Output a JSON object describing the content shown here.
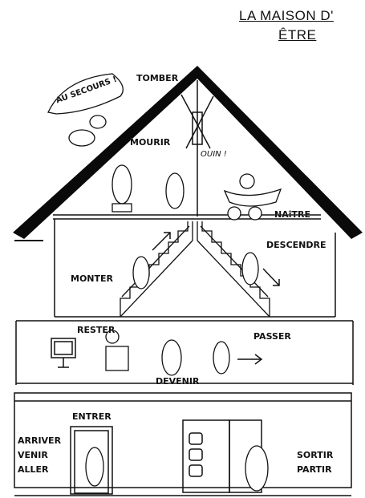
{
  "title": {
    "line1": "LA MAISON D'",
    "line2": "ÊTRE"
  },
  "attic": {
    "shout": "AU SECOURS !",
    "cry": "OUIN !",
    "verbs": {
      "tomber": "TOMBER",
      "mourir": "MOURIR",
      "naitre": "NAîTRE"
    }
  },
  "stairs_floor": {
    "verbs": {
      "monter": "MONTER",
      "descendre": "DESCENDRE"
    }
  },
  "living_floor": {
    "verbs": {
      "rester": "RESTER",
      "devenir": "DEVENIR",
      "passer": "PASSER"
    }
  },
  "ground_floor": {
    "verbs": {
      "entrer": "ENTRER",
      "arriver": "ARRIVER",
      "venir": "VENIR",
      "aller": "ALLER",
      "sortir": "SORTIR",
      "partir": "PARTIR"
    }
  },
  "colors": {
    "ink": "#111111",
    "roof": "#0a0a0a",
    "paper": "#ffffff"
  }
}
